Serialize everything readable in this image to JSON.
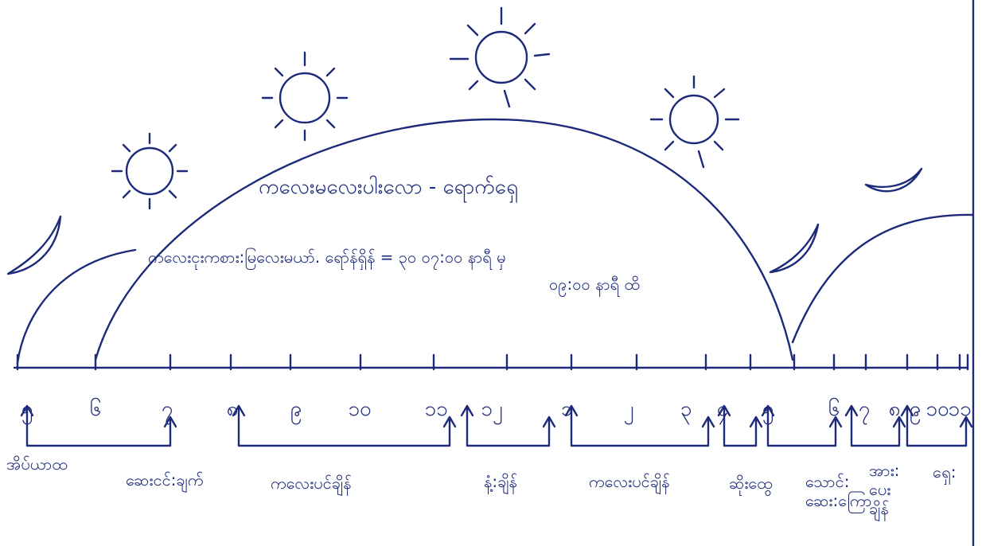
{
  "diagram": {
    "title": "ကလေးမလေးပါးလော - ရောက်ရှေ",
    "note_line1": "ကလေးငုးကစား:မြလေးမယာ်. ရော်န်ရှိန် = ၃၀ ၀၇:၀၀ နာရီ မှ",
    "note_line2": "၀၉:၀၀ နာရီ ထိ",
    "hour_labels": [
      "၅",
      "၆",
      "၇",
      "၈",
      "၉",
      "၁၀",
      "၁၁",
      "၁၂",
      "၁",
      "၂",
      "၃",
      "၄",
      "၅",
      "၆",
      "၇",
      "၈",
      "၉",
      "၁၀",
      "၁၁"
    ],
    "periods": [
      {
        "label": "အိပ်ယာထ"
      },
      {
        "label": "ဆေးငင်:ချက်"
      },
      {
        "label": "ကလေးပင်ချိန်"
      },
      {
        "label": "နံ့:ချိန်"
      },
      {
        "label": "ကလေးပင်ချိန်"
      },
      {
        "label": "ဆိုးထွေ"
      },
      {
        "label": "သောင်: ဆေး:ကြော"
      },
      {
        "label": "အား: ပေး ချိန်"
      },
      {
        "label": "ရှေ:"
      }
    ]
  }
}
